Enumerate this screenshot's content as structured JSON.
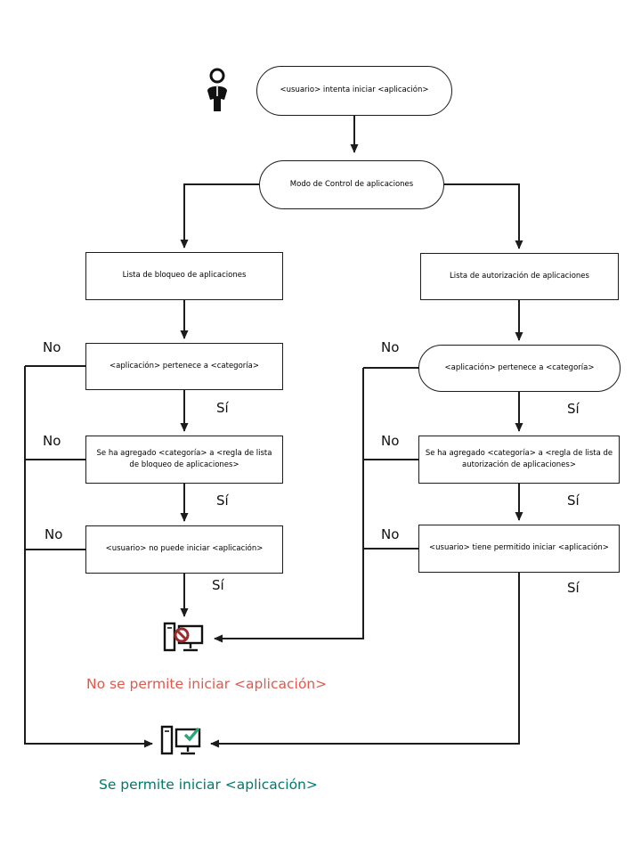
{
  "nodes": {
    "start": "<usuario> intenta iniciar <aplicación>",
    "mode": "Modo de Control de aplicaciones",
    "blocklist": "Lista de bloqueo de aplicaciones",
    "allowlist": "Lista de autorización de aplicaciones",
    "block_belongs": "<aplicación> pertenece a <categoría>",
    "allow_belongs": "<aplicación> pertenece a <categoría>",
    "block_rule": "Se ha agregado <categoría> a <regla de lista de bloqueo de aplicaciones>",
    "allow_rule": "Se ha agregado <categoría> a <regla de lista de autorización de aplicaciones>",
    "block_result": "<usuario> no puede iniciar <aplicación>",
    "allow_result": "<usuario> tiene permitido iniciar <aplicación>"
  },
  "labels": {
    "no": "No",
    "si": "Sí"
  },
  "outcomes": {
    "blocked": "No se permite iniciar <aplicación>",
    "allowed": "Se permite iniciar <aplicación>"
  },
  "icons": {
    "user": "user-icon",
    "blocked_computer": "computer-blocked-icon",
    "allowed_computer": "computer-allowed-icon"
  },
  "colors": {
    "line": "#1c1c1c",
    "blocked_text": "#e2574c",
    "allowed_text": "#00796b",
    "prohibition_sign": "#9b2c2c",
    "check_mark": "#2aa876"
  }
}
